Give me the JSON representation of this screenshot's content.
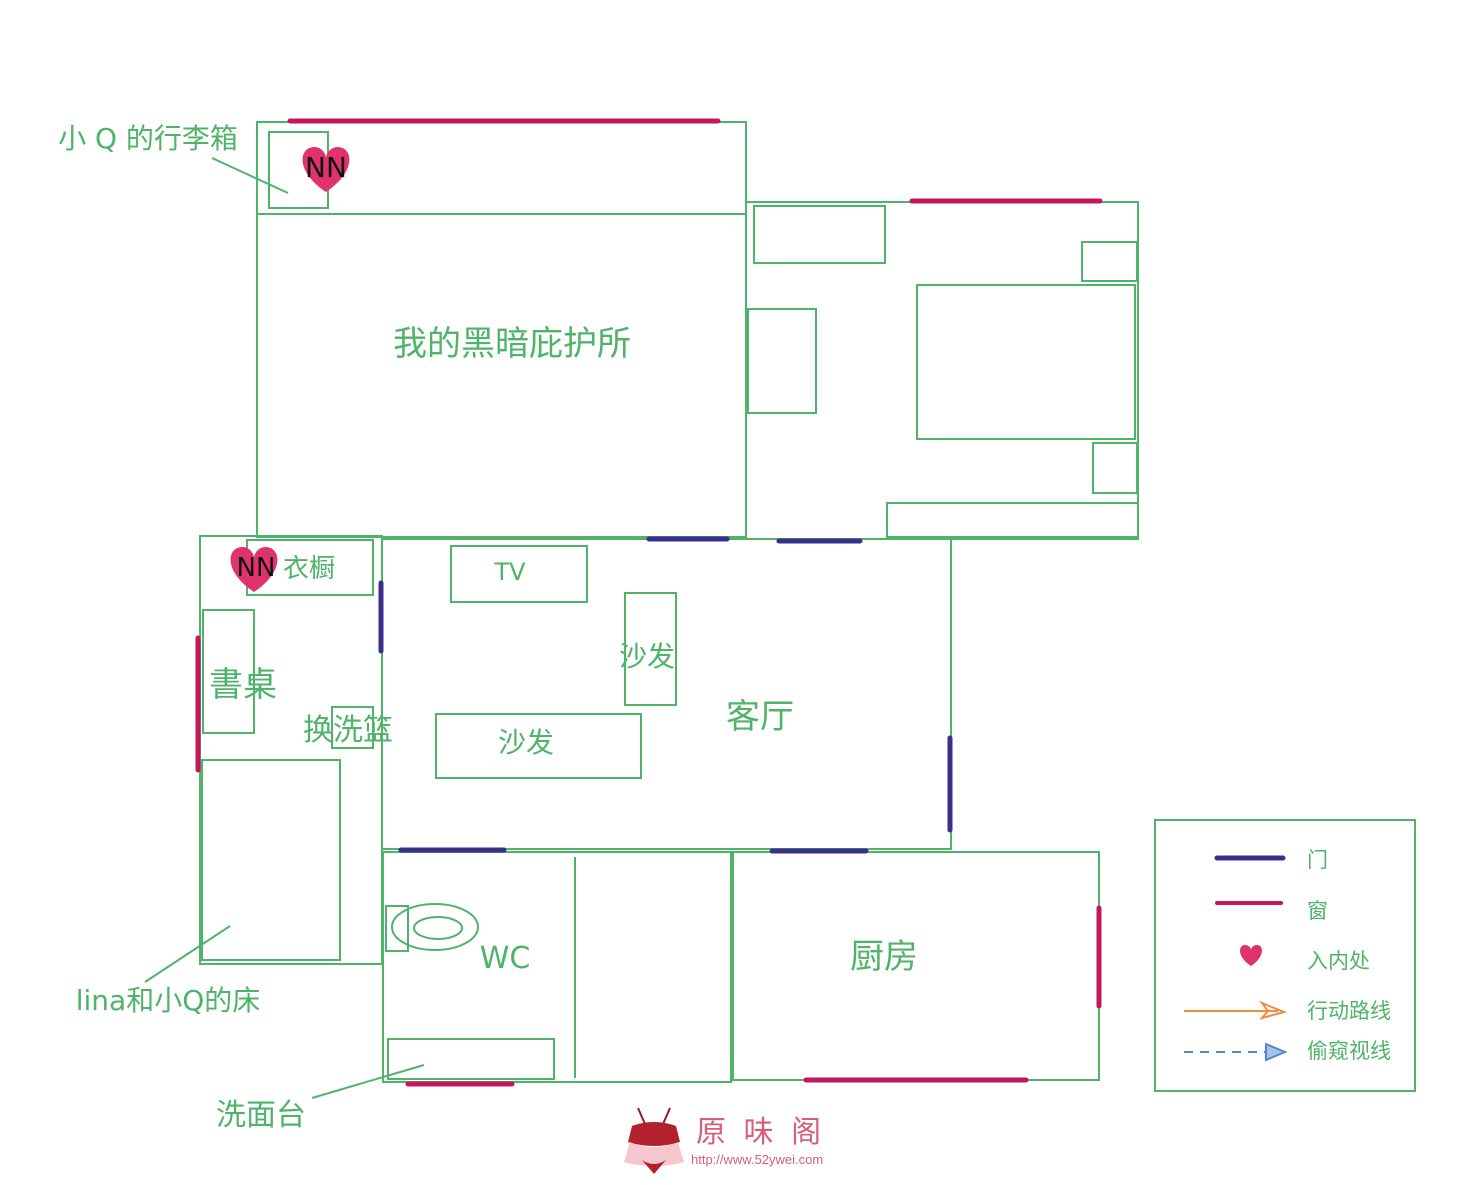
{
  "colors": {
    "wall": "#4fb36a",
    "door": "#3a2f8c",
    "window": "#c2185b",
    "heart": "#e0336e",
    "route": "#f08c3c",
    "sight": "#5a86c8"
  },
  "rooms": {
    "master_bedroom": "我的黑暗庇护所",
    "living_room": "客厅",
    "kitchen": "厨房",
    "wc": "WC"
  },
  "furniture": {
    "tv": "TV",
    "sofa_1": "沙发",
    "sofa_2": "沙发",
    "wardrobe": "衣橱",
    "desk": "書桌",
    "laundry_basket": "换洗篮"
  },
  "markers": {
    "heart_top": "NN",
    "heart_wardrobe": "NN"
  },
  "annotations": {
    "suitcase": "小 Q 的行李箱",
    "bed": "lina和小Q的床",
    "washbasin": "洗面台"
  },
  "legend": {
    "door": "门",
    "window": "窗",
    "entry": "入内处",
    "route": "行动路线",
    "sight": "偷窥视线"
  },
  "watermark": {
    "brand": "原 味 阁",
    "url": "http://www.52ywei.com"
  }
}
